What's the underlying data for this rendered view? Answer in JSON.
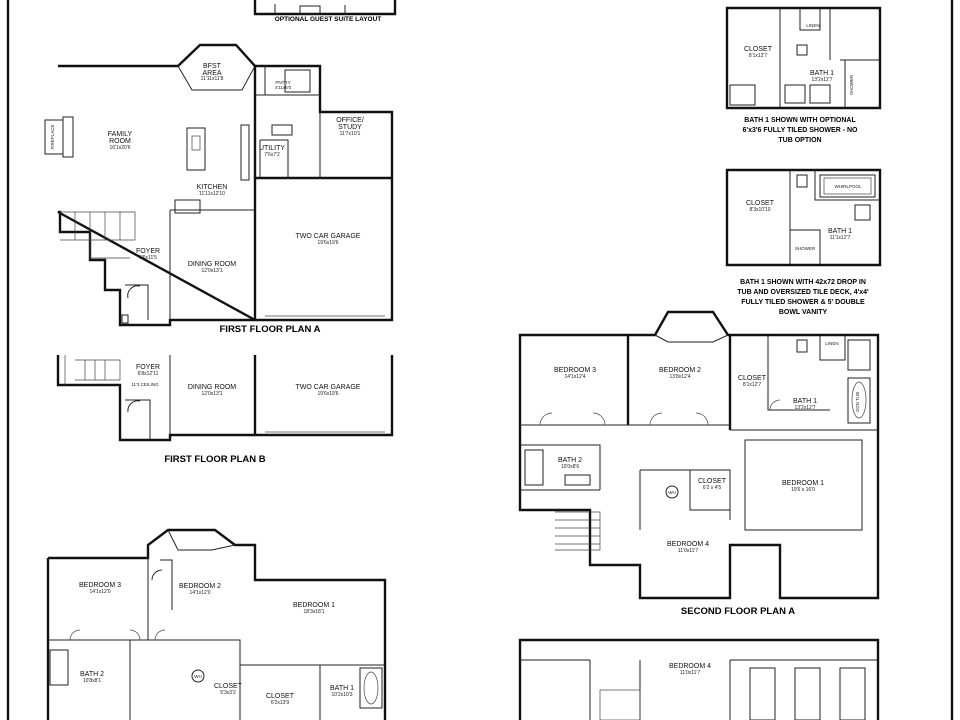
{
  "labels": {
    "guest_suite": "OPTIONAL GUEST SUITE LAYOUT",
    "first_a": "FIRST FLOOR PLAN A",
    "first_b": "FIRST FLOOR PLAN B",
    "second_a": "SECOND FLOOR PLAN A",
    "bath1_note_1": [
      "BATH 1 SHOWN WITH OPTIONAL",
      "6'x3'6 FULLY TILED SHOWER - NO",
      "TUB OPTION"
    ],
    "bath1_note_2": [
      "BATH 1 SHOWN WITH 42x72 DROP IN",
      "TUB AND OVERSIZED TILE DECK, 4'x4'",
      "FULLY TILED SHOWER & 5' DOUBLE",
      "BOWL VANITY"
    ]
  },
  "rooms": {
    "bfst_area": {
      "name": "BFST",
      "name2": "AREA",
      "dims": "11'11x11'8"
    },
    "pantry": {
      "name": "PNTRY",
      "dims": "4'11x5'0"
    },
    "family_room": {
      "name": "FAMILY",
      "name2": "ROOM",
      "dims": "16'1x20'6"
    },
    "fireplace": {
      "name": "FIREPLACE"
    },
    "office": {
      "name": "OFFICE/",
      "name2": "STUDY",
      "dims": "11'7x10'1"
    },
    "utility": {
      "name": "UTILITY",
      "dims": "7'6x7'2"
    },
    "kitchen": {
      "name": "KITCHEN",
      "dims": "11'11x12'10"
    },
    "foyer_a": {
      "name": "FOYER",
      "dims": "9'6x11'5"
    },
    "dining_a": {
      "name": "DINING ROOM",
      "dims": "12'0x13'1"
    },
    "garage_a": {
      "name": "TWO CAR GARAGE",
      "dims": "19'6x19'6"
    },
    "foyer_b": {
      "name": "FOYER",
      "dims": "6'8x12'11"
    },
    "ceiling_b": {
      "name": "11'3 CEILING"
    },
    "dining_b": {
      "name": "DINING ROOM",
      "dims": "12'0x13'1"
    },
    "garage_b": {
      "name": "TWO CAR GARAGE",
      "dims": "19'6x19'6"
    },
    "closet_note1": {
      "name": "CLOSET",
      "dims": "8'1x12'7"
    },
    "linen_note1": {
      "name": "LINEN"
    },
    "bath1_note1": {
      "name": "BATH 1",
      "dims": "13'2x12'7"
    },
    "shower_note1": {
      "name": "SHOWER"
    },
    "closet_note2": {
      "name": "CLOSET",
      "dims": "8'3x10'10"
    },
    "whirlpool_note2": {
      "name": "WHIRLPOOL"
    },
    "bath1_note2": {
      "name": "BATH 1",
      "dims": "11'1x12'7"
    },
    "shower_note2": {
      "name": "SHOWER"
    },
    "bed3_sa": {
      "name": "BEDROOM 3",
      "dims": "14'1x12'4"
    },
    "bed2_sa": {
      "name": "BEDROOM 2",
      "dims": "13'8x12'4"
    },
    "linen_sa": {
      "name": "LINEN"
    },
    "closet_sa": {
      "name": "CLOSET",
      "dims": "8'1x12'7"
    },
    "bath1_sa": {
      "name": "BATH 1",
      "dims": "13'2x12'7"
    },
    "garden_tub_sa": {
      "name": "GDN TUB"
    },
    "bath2_sa": {
      "name": "BATH 2",
      "dims": "10'0x8'6"
    },
    "closet2_sa": {
      "name": "CLOSET",
      "dims": "6'2 x 4'5"
    },
    "wh_sa": {
      "name": "WH"
    },
    "bed1_sa": {
      "name": "BEDROOM 1",
      "dims": "19'6 x 16'0"
    },
    "bed4_sa": {
      "name": "BEDROOM 4",
      "dims": "11'0x11'7"
    },
    "bed3_sb": {
      "name": "BEDROOM 3",
      "dims": "14'1x12'0"
    },
    "bed2_sb": {
      "name": "BEDROOM 2",
      "dims": "14'1x12'0"
    },
    "bed1_sb": {
      "name": "BEDROOM 1",
      "dims": "18'3x18'1"
    },
    "bath2_sb": {
      "name": "BATH 2",
      "dims": "10'8x8'1"
    },
    "wh_sb": {
      "name": "WH"
    },
    "closet_sb": {
      "name": "CLOSET",
      "dims": "5'3x3'2"
    },
    "closet2_sb": {
      "name": "CLOSET",
      "dims": "6'2x13'9"
    },
    "bath1_sb": {
      "name": "BATH 1",
      "dims": "10'2x10'3"
    },
    "bed4_sc": {
      "name": "BEDROOM 4",
      "dims": "11'0x11'7"
    }
  }
}
